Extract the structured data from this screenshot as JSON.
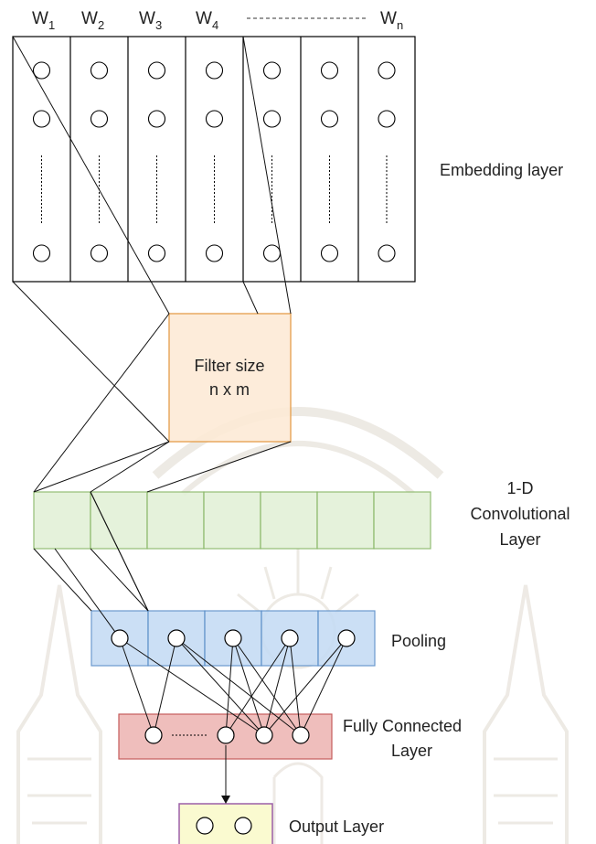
{
  "word_columns": [
    {
      "base": "W",
      "sub": "1"
    },
    {
      "base": "W",
      "sub": "2"
    },
    {
      "base": "W",
      "sub": "3"
    },
    {
      "base": "W",
      "sub": "4"
    },
    {
      "base": "W",
      "sub": "n"
    }
  ],
  "labels": {
    "embedding": "Embedding layer",
    "filter_line1": "Filter size",
    "filter_line2": "n x m",
    "conv_line1": "1-D",
    "conv_line2": "Convolutional",
    "conv_line3": "Layer",
    "pooling": "Pooling",
    "fc_line1": "Fully Connected",
    "fc_line2": "Layer",
    "output": "Output Layer"
  },
  "colors": {
    "filter_fill": "#fdebd6",
    "filter_stroke": "#e6a04f",
    "conv_fill": "#e3f1d8",
    "conv_stroke": "#8ab86a",
    "pool_fill": "#c6dcf4",
    "pool_stroke": "#5b8fc9",
    "fc_fill": "#eeb7b5",
    "fc_stroke": "#bf4b4b",
    "output_fill": "#fafad0",
    "output_stroke": "#9c5fa8"
  }
}
